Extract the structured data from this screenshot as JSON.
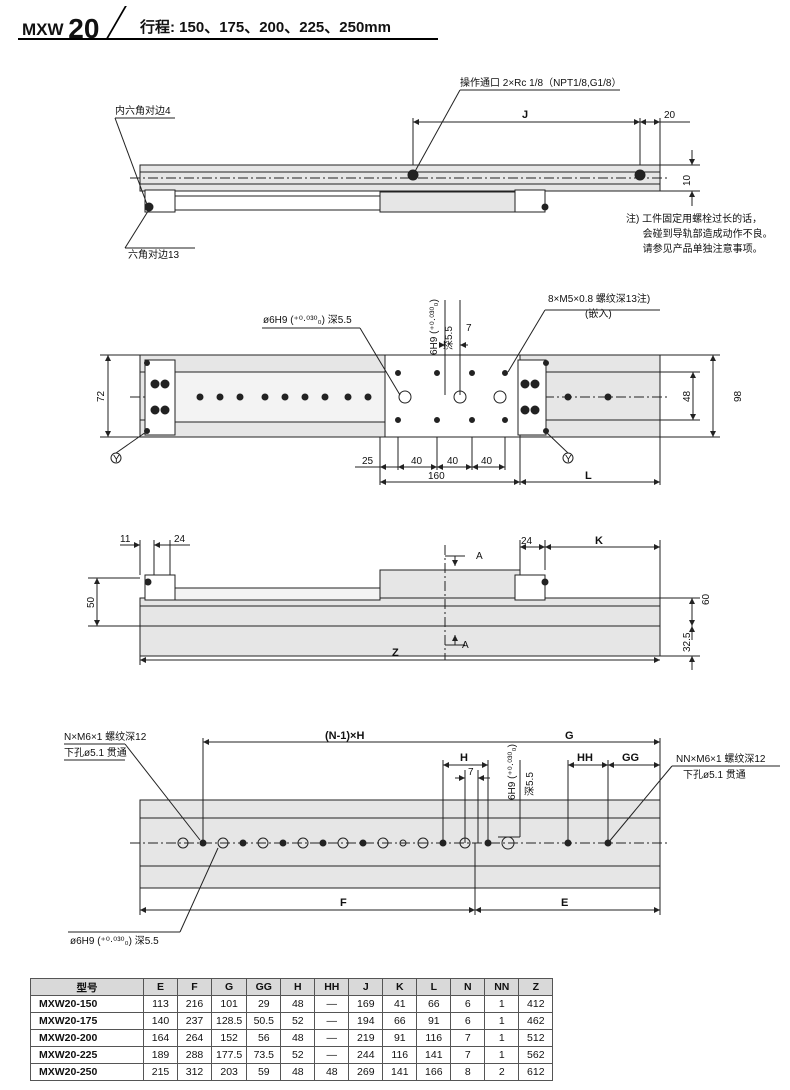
{
  "header": {
    "model_prefix": "MXW",
    "model_size": "20",
    "stroke_label": "行程: 150、175、200、225、250mm"
  },
  "view1": {
    "hex_socket": "内六角对边4",
    "hex_nut": "六角对边13",
    "port": "操作通口 2×Rc 1/8（NPT1/8,G1/8）",
    "dim_J": "J",
    "dim_20": "20",
    "dim_10": "10"
  },
  "note": "注) 工件固定用螺栓过长的话，\n      会碰到导轨部造成动作不良。\n      请参见产品单独注意事项。",
  "view2": {
    "pin_hole": "ø6H9 (⁺⁰·⁰³⁰₀) 深5.5",
    "tap": "8×M5×0.8 螺纹深13注)",
    "insert": "(嵌入)",
    "dim_6h9": "6H9 (⁺⁰·⁰³⁰₀)",
    "dim_depth": "深5.5",
    "dim_7": "7",
    "dim_72": "72",
    "dim_48": "48",
    "dim_98": "98",
    "dim_25": "25",
    "dim_40": "40",
    "dim_160": "160",
    "dim_L": "L",
    "mark_Y": "Y"
  },
  "view3": {
    "dim_11": "11",
    "dim_24": "24",
    "dim_K": "K",
    "dim_50": "50",
    "dim_60": "60",
    "dim_32_5": "32.5",
    "dim_Z": "Z",
    "sec_A": "A"
  },
  "view4": {
    "left_tap": "N×M6×1 螺纹深12",
    "left_hole": "下孔ø5.1 贯通",
    "right_tap": "NN×M6×1 螺纹深12",
    "right_hole": "下孔ø5.1 贯通",
    "pin": "ø6H9 (⁺⁰·⁰³⁰₀) 深5.5",
    "dim_NH": "(N-1)×H",
    "dim_G": "G",
    "dim_H": "H",
    "dim_HH": "HH",
    "dim_GG": "GG",
    "dim_7": "7",
    "dim_6h9": "6H9 (⁺⁰·⁰³⁰₀)",
    "dim_depth": "深5.5",
    "dim_F": "F",
    "dim_E": "E"
  },
  "table": {
    "headers": [
      "型号",
      "E",
      "F",
      "G",
      "GG",
      "H",
      "HH",
      "J",
      "K",
      "L",
      "N",
      "NN",
      "Z"
    ],
    "rows": [
      [
        "MXW20-150",
        "113",
        "216",
        "101",
        "29",
        "48",
        "—",
        "169",
        "41",
        "66",
        "6",
        "1",
        "412"
      ],
      [
        "MXW20-175",
        "140",
        "237",
        "128.5",
        "50.5",
        "52",
        "—",
        "194",
        "66",
        "91",
        "6",
        "1",
        "462"
      ],
      [
        "MXW20-200",
        "164",
        "264",
        "152",
        "56",
        "48",
        "—",
        "219",
        "91",
        "116",
        "7",
        "1",
        "512"
      ],
      [
        "MXW20-225",
        "189",
        "288",
        "177.5",
        "73.5",
        "52",
        "—",
        "244",
        "116",
        "141",
        "7",
        "1",
        "562"
      ],
      [
        "MXW20-250",
        "215",
        "312",
        "203",
        "59",
        "48",
        "48",
        "269",
        "141",
        "166",
        "8",
        "2",
        "612"
      ]
    ]
  },
  "colors": {
    "body_fill": "#e6e6e6",
    "line": "#222222",
    "table_header": "#d9d9d9"
  }
}
